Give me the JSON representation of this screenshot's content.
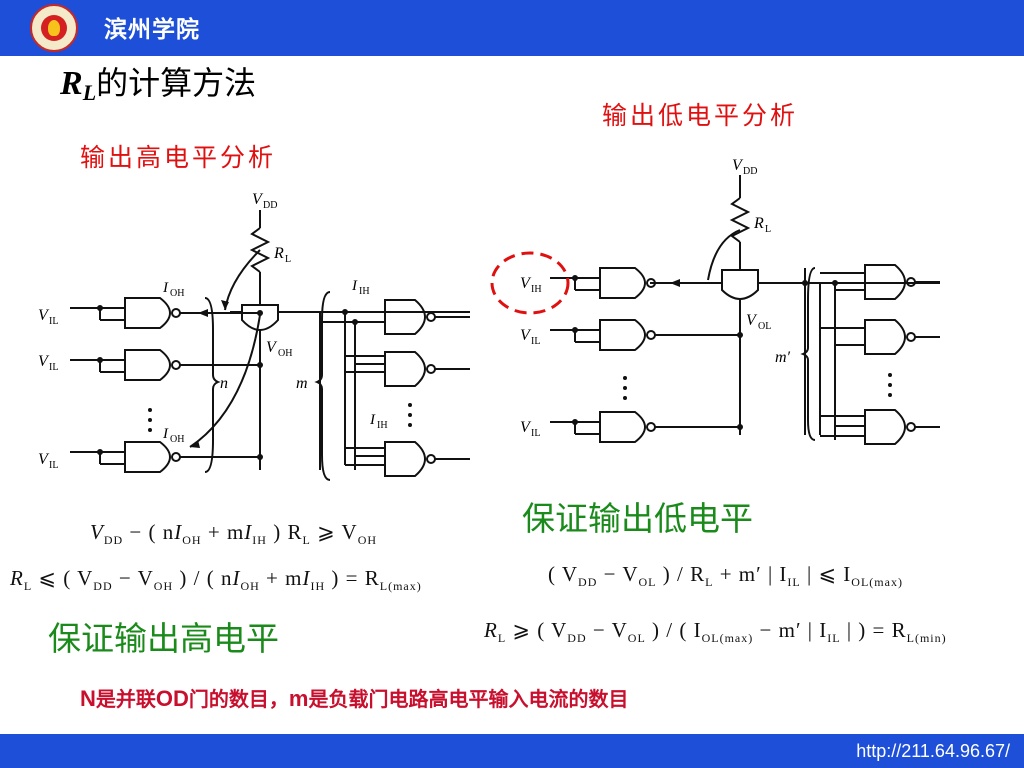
{
  "header": {
    "school_name": "滨州学院"
  },
  "footer": {
    "url": "http://211.64.96.67/"
  },
  "title": {
    "symbol": "R",
    "subscript": "L",
    "text": "的计算方法"
  },
  "left": {
    "heading": "输出高电平分析",
    "conclusion": "保证输出高电平",
    "labels": {
      "vdd": "V",
      "vdd_sub": "DD",
      "rl": "R",
      "rl_sub": "L",
      "ioh": "I",
      "ioh_sub": "OH",
      "iih": "I",
      "iih_sub": "IH",
      "voh": "V",
      "voh_sub": "OH",
      "vil": "V",
      "vil_sub": "IL",
      "n": "n",
      "m": "m"
    },
    "formula1": {
      "a": "V",
      "a_sub": "DD",
      "b": " − ( n",
      "c": "I",
      "c_sub": "OH",
      "d": " + m",
      "e": "I",
      "e_sub": "IH",
      "f": " ) R",
      "f_sub": "L",
      "g": " ⩾ V",
      "g_sub": "OH"
    },
    "formula2": {
      "a": "R",
      "a_sub": "L",
      "b": " ⩽ ( V",
      "b_sub": "DD",
      "c": " − V",
      "c_sub": "OH",
      "d": " ) / ( n",
      "e": "I",
      "e_sub": "OH",
      "f": " + m",
      "g": "I",
      "g_sub": "IH",
      "h": " ) = R",
      "h_sub": "L(max)"
    }
  },
  "right": {
    "heading": "输出低电平分析",
    "conclusion": "保证输出低电平",
    "labels": {
      "vdd": "V",
      "vdd_sub": "DD",
      "rl": "R",
      "rl_sub": "L",
      "vih": "V",
      "vih_sub": "IH",
      "vil": "V",
      "vil_sub": "IL",
      "vol": "V",
      "vol_sub": "OL",
      "m": "m′"
    },
    "formula1": {
      "a": "( V",
      "a_sub": "DD",
      "b": " − V",
      "b_sub": "OL",
      "c": " ) / R",
      "c_sub": "L",
      "d": " + m′ | I",
      "d_sub": "IL",
      "e": " | ⩽ I",
      "e_sub": "OL(max)"
    },
    "formula2": {
      "a": "R",
      "a_sub": "L",
      "b": " ⩾ ( V",
      "b_sub": "DD",
      "c": " − V",
      "c_sub": "OL",
      "d": " ) / ( I",
      "d_sub": "OL(max)",
      "e": " − m′ | I",
      "e_sub": "IL",
      "f": " | ) = R",
      "f_sub": "L(min)"
    }
  },
  "note": {
    "p1": "N",
    "p2": "是并联",
    "p3": "OD",
    "p4": "门的数目，",
    "p5": "m",
    "p6": "是负载门电路高电平输入电流的数目"
  },
  "colors": {
    "bar": "#1d4fd8",
    "red": "#e01010",
    "green": "#1a8a1a",
    "highlight": "#e01010"
  }
}
